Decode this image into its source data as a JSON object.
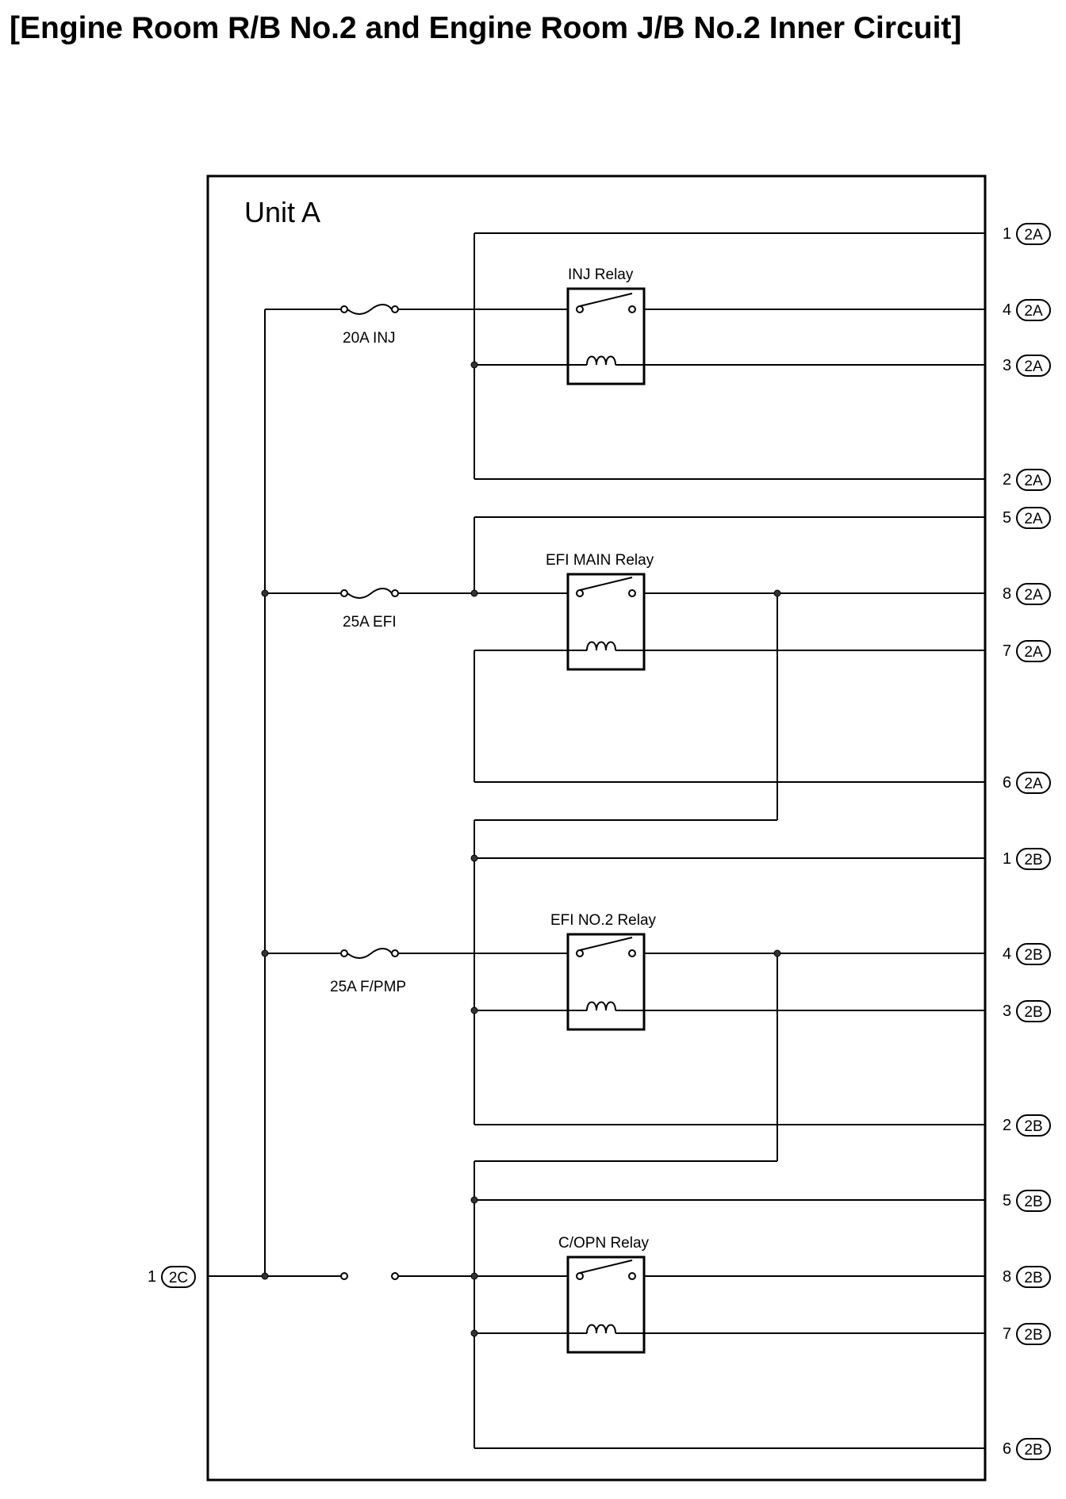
{
  "title": "[Engine Room R/B No.2 and Engine Room J/B No.2 Inner Circuit]",
  "unit_label": "Unit A",
  "relays": [
    {
      "id": "inj",
      "label": "INJ Relay"
    },
    {
      "id": "efi-main",
      "label": "EFI MAIN Relay"
    },
    {
      "id": "efi-no2",
      "label": "EFI NO.2 Relay"
    },
    {
      "id": "c-opn",
      "label": "C/OPN Relay"
    }
  ],
  "fuses": [
    {
      "id": "inj",
      "label": "20A INJ"
    },
    {
      "id": "efi",
      "label": "25A EFI"
    },
    {
      "id": "fpmp",
      "label": "25A F/PMP"
    }
  ],
  "terminals": [
    {
      "pin": "1",
      "code": "2A"
    },
    {
      "pin": "4",
      "code": "2A"
    },
    {
      "pin": "3",
      "code": "2A"
    },
    {
      "pin": "2",
      "code": "2A"
    },
    {
      "pin": "5",
      "code": "2A"
    },
    {
      "pin": "8",
      "code": "2A"
    },
    {
      "pin": "7",
      "code": "2A"
    },
    {
      "pin": "6",
      "code": "2A"
    },
    {
      "pin": "1",
      "code": "2B"
    },
    {
      "pin": "4",
      "code": "2B"
    },
    {
      "pin": "3",
      "code": "2B"
    },
    {
      "pin": "2",
      "code": "2B"
    },
    {
      "pin": "5",
      "code": "2B"
    },
    {
      "pin": "8",
      "code": "2B"
    },
    {
      "pin": "7",
      "code": "2B"
    },
    {
      "pin": "6",
      "code": "2B"
    }
  ],
  "input_terminal": {
    "pin": "1",
    "code": "2C"
  }
}
